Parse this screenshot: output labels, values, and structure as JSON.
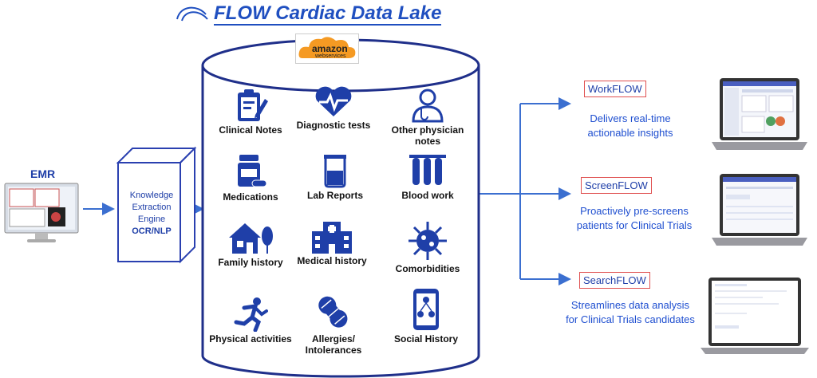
{
  "title": "FLOW Cardiac Data Lake",
  "aws": {
    "top": "amazon",
    "bottom": "webservices"
  },
  "emr": {
    "label": "EMR"
  },
  "engine": {
    "line1": "Knowledge",
    "line2": "Extraction",
    "line3": "Engine",
    "line4": "OCR/NLP"
  },
  "categories": [
    {
      "label": "Clinical Notes",
      "icon": "clipboard-icon"
    },
    {
      "label": "Diagnostic tests",
      "icon": "heartbeat-icon"
    },
    {
      "label": "Other physician notes",
      "icon": "doctor-icon"
    },
    {
      "label": "Medications",
      "icon": "pill-bottle-icon"
    },
    {
      "label": "Lab Reports",
      "icon": "beaker-icon"
    },
    {
      "label": "Blood work",
      "icon": "test-tubes-icon"
    },
    {
      "label": "Family history",
      "icon": "house-icon"
    },
    {
      "label": "Medical history",
      "icon": "hospital-icon"
    },
    {
      "label": "Comorbidities",
      "icon": "virus-icon"
    },
    {
      "label": "Physical activities",
      "icon": "runner-icon"
    },
    {
      "label": "Allergies/ Intolerances",
      "icon": "peanut-icon"
    },
    {
      "label": "Social History",
      "icon": "social-phone-icon"
    }
  ],
  "outputs": [
    {
      "name": "WorkFLOW",
      "desc1": "Delivers real-time",
      "desc2": "actionable insights"
    },
    {
      "name": "ScreenFLOW",
      "desc1": "Proactively pre-screens",
      "desc2": "patients for Clinical Trials"
    },
    {
      "name": "SearchFLOW",
      "desc1": "Streamlines data analysis",
      "desc2": "for Clinical Trials candidates"
    }
  ],
  "colors": {
    "brand": "#1f4fc0",
    "icon": "#1f3fa8",
    "cylinder_stroke": "#1f2f8a"
  }
}
